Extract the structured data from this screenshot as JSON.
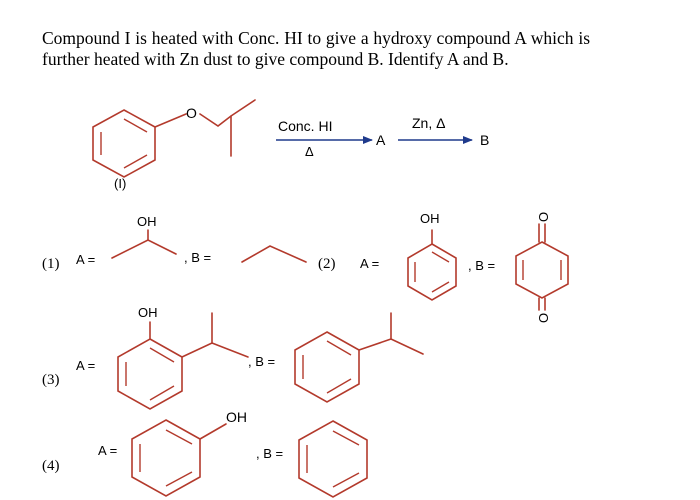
{
  "question": {
    "text": "Compound I is heated with Conc. HI to give a hydroxy compound A which is further heated with Zn dust to give compound B. Identify A and B."
  },
  "scheme": {
    "ether_oxygen": "O",
    "compound_label": "(I)",
    "reagent1": "Conc. HI",
    "condition1": "Δ",
    "product_a": "A",
    "reagent2": "Zn, Δ",
    "product_b": "B"
  },
  "options": [
    {
      "number": "(1)",
      "a_label": "A =",
      "oh": "OH",
      "b_label": ", B ="
    },
    {
      "number": "(2)",
      "a_label": "A =",
      "oh": "OH",
      "b_label": ", B =",
      "o_top": "O",
      "o_bottom": "O"
    },
    {
      "number": "(3)",
      "a_label": "A =",
      "oh": "OH",
      "b_label": ", B ="
    },
    {
      "number": "(4)",
      "a_label": "A =",
      "oh": "OH",
      "b_label": ", B ="
    }
  ],
  "colors": {
    "bond": "#b33a2c",
    "arrow": "#1f3a8c"
  }
}
